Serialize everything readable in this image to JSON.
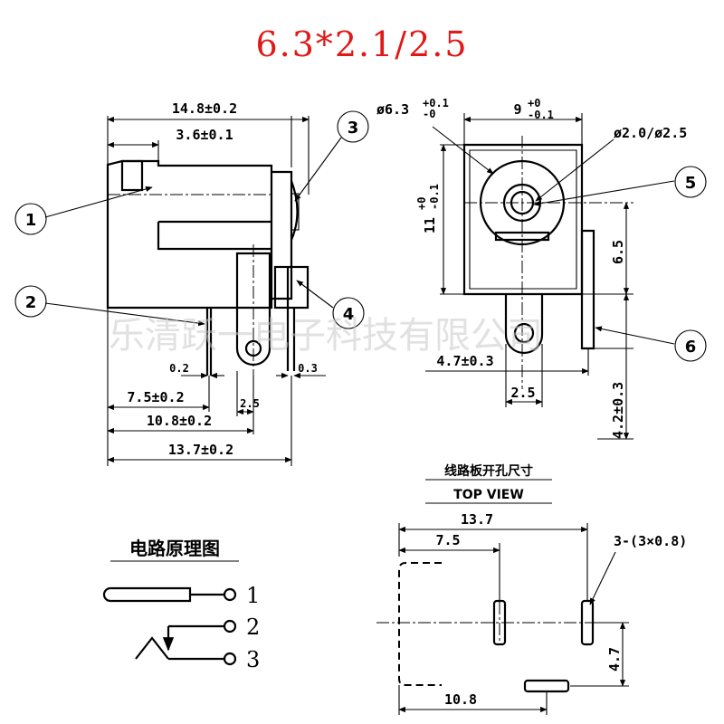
{
  "title": "6.3*2.1/2.5",
  "watermark": "乐清跃一电子科技有限公司",
  "side_view": {
    "dims": {
      "overall_width": "14.8±0.2",
      "tab_width": "3.6±0.1",
      "pin_thickness_left": "0.2",
      "pin_thickness_right": "0.3",
      "pin1_offset": "7.5±0.2",
      "pin_spacing": "2.5",
      "pin2_offset": "10.8±0.2",
      "overall_depth": "13.7±0.2"
    }
  },
  "front_view": {
    "dims": {
      "hole_diameter": "ø6.3",
      "hole_tol_upper": "+0.1",
      "hole_tol_lower": "-0",
      "body_width": "9",
      "body_width_tol_upper": "+0",
      "body_width_tol_lower": "-0.1",
      "pin_diameter": "ø2.0/ø2.5",
      "body_height": "11",
      "body_height_tol_upper": "+0",
      "body_height_tol_lower": "-0.1",
      "center_height": "6.5",
      "pin_offset": "4.7±0.3",
      "pin_width": "2.5",
      "pin_length": "4.2±0.3"
    }
  },
  "callouts": [
    "1",
    "2",
    "3",
    "4",
    "5",
    "6"
  ],
  "pcb_layout": {
    "heading": "线路板开孔尺寸",
    "subheading": "TOP VIEW",
    "dims": {
      "overall": "13.7",
      "first_hole": "7.5",
      "hole_spec": "3-(3×0.8)",
      "vertical_offset": "4.7",
      "bottom_hole": "10.8"
    }
  },
  "schematic": {
    "heading": "电路原理图",
    "pins": [
      "1",
      "2",
      "3"
    ]
  },
  "colors": {
    "title": "#e01818",
    "line": "#000000",
    "watermark": "#c8c8c8"
  }
}
